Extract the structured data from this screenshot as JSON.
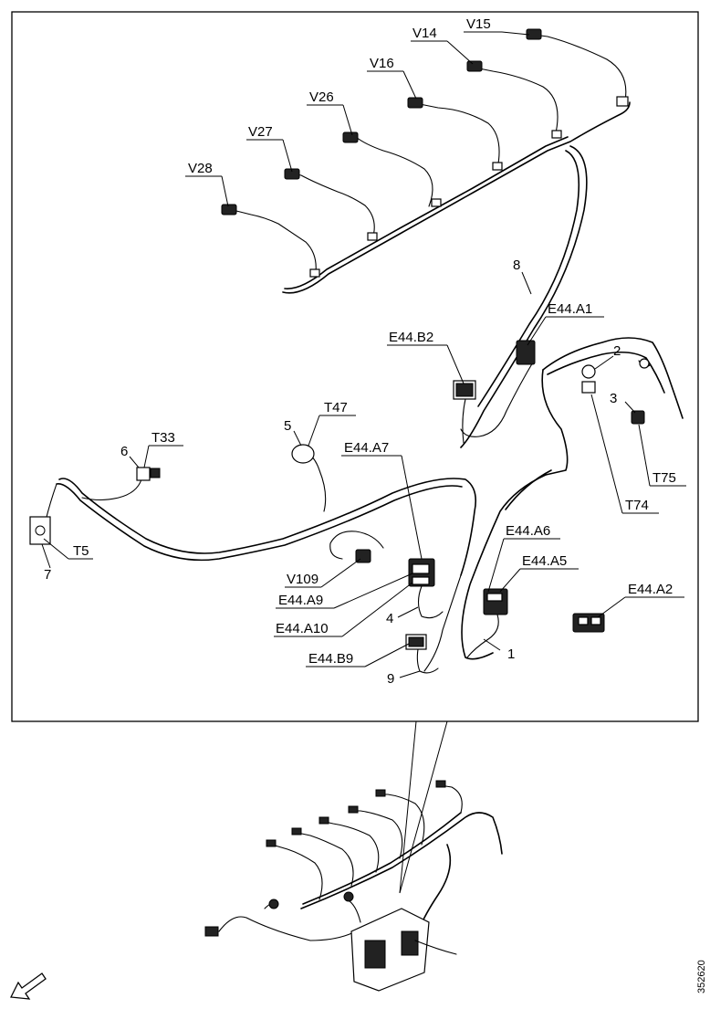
{
  "labels": {
    "V15": "V15",
    "V14": "V14",
    "V16": "V16",
    "V26": "V26",
    "V27": "V27",
    "V28": "V28",
    "n8a": "8",
    "E44A1": "E44.A1",
    "E44B2": "E44.B2",
    "n2": "2",
    "n3": "3",
    "T75": "T75",
    "T74": "T74",
    "T47": "T47",
    "n5": "5",
    "E44A7": "E44.A7",
    "T33": "T33",
    "n6": "6",
    "T5": "T5",
    "n7": "7",
    "E44A6": "E44.A6",
    "E44A5": "E44.A5",
    "E44A2": "E44.A2",
    "V109": "V109",
    "E44A9": "E44.A9",
    "E44A10": "E44.A10",
    "n4": "4",
    "n1": "1",
    "E44B9": "E44.B9",
    "n9": "9"
  },
  "figure_number": "352620"
}
